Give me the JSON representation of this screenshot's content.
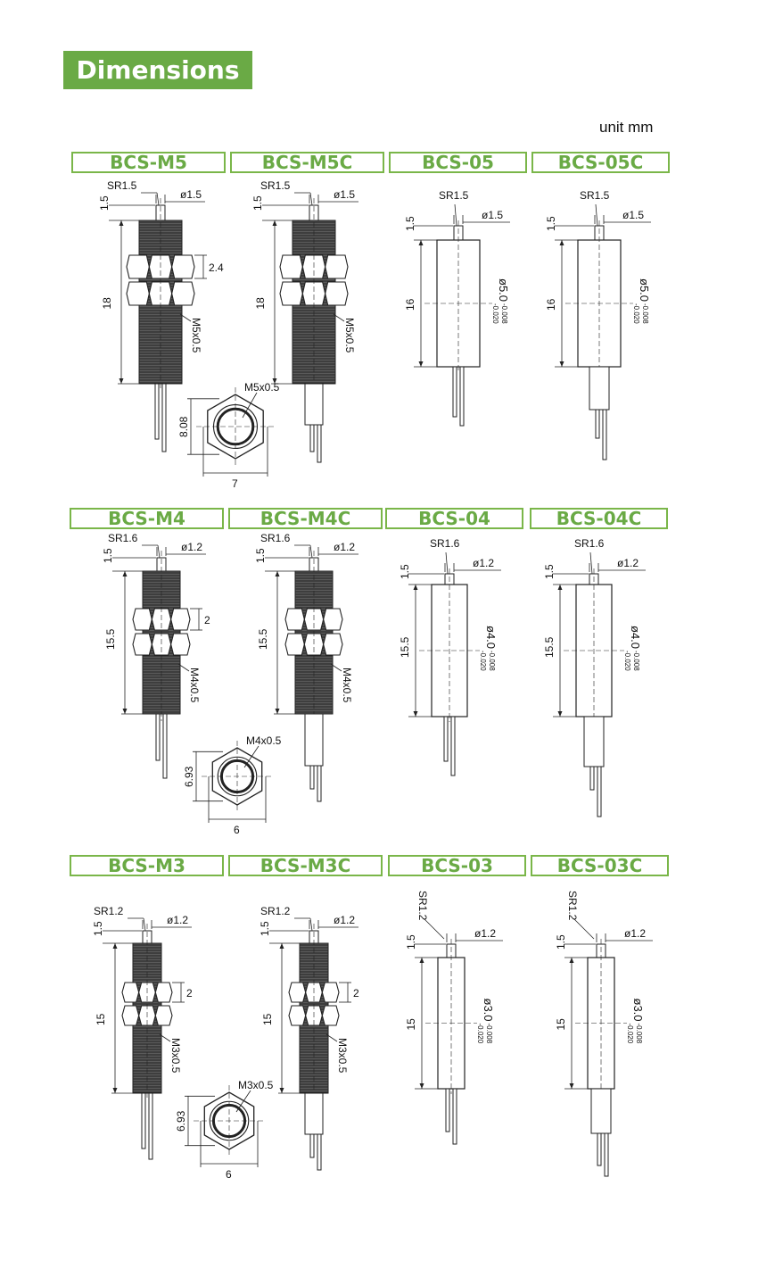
{
  "header": {
    "title": "Dimensions",
    "unit": "unit mm"
  },
  "rows": [
    {
      "models": [
        {
          "name": "BCS-M5",
          "sr": "SR1.5",
          "tip": "ø1.5",
          "thread": "M5x0.5",
          "cap": "1.5",
          "length": "18",
          "nut": "2.4"
        },
        {
          "name": "BCS-M5C",
          "sr": "SR1.5",
          "tip": "ø1.5",
          "thread": "M5x0.5",
          "cap": "1.5",
          "length": "18"
        },
        {
          "name": "BCS-05",
          "sr": "SR1.5",
          "tip": "ø1.5",
          "cap": "1.5",
          "length": "16",
          "dia": "ø5.0",
          "tol_upper": "-0.008",
          "tol_lower": "-0.020"
        },
        {
          "name": "BCS-05C",
          "sr": "SR1.5",
          "tip": "ø1.5",
          "cap": "1.5",
          "length": "16",
          "dia": "ø5.0",
          "tol_upper": "-0.008",
          "tol_lower": "-0.020"
        }
      ],
      "nut_view": {
        "thread": "M5x0.5",
        "height": "8.08",
        "width": "7"
      }
    },
    {
      "models": [
        {
          "name": "BCS-M4",
          "sr": "SR1.6",
          "tip": "ø1.2",
          "thread": "M4x0.5",
          "cap": "1.5",
          "length": "15.5",
          "nut": "2"
        },
        {
          "name": "BCS-M4C",
          "sr": "SR1.6",
          "tip": "ø1.2",
          "thread": "M4x0.5",
          "cap": "1.5",
          "length": "15.5"
        },
        {
          "name": "BCS-04",
          "sr": "SR1.6",
          "tip": "ø1.2",
          "cap": "1.5",
          "length": "15.5",
          "dia": "ø4.0",
          "tol_upper": "-0.008",
          "tol_lower": "-0.020"
        },
        {
          "name": "BCS-04C",
          "sr": "SR1.6",
          "tip": "ø1.2",
          "cap": "1.5",
          "length": "15.5",
          "dia": "ø4.0",
          "tol_upper": "-0.008",
          "tol_lower": "-0.020"
        }
      ],
      "nut_view": {
        "thread": "M4x0.5",
        "height": "6.93",
        "width": "6"
      }
    },
    {
      "models": [
        {
          "name": "BCS-M3",
          "sr": "SR1.2",
          "tip": "ø1.2",
          "thread": "M3x0.5",
          "cap": "1.5",
          "length": "15",
          "nut": "2"
        },
        {
          "name": "BCS-M3C",
          "sr": "SR1.2",
          "tip": "ø1.2",
          "thread": "M3x0.5",
          "cap": "1.5",
          "length": "15",
          "nut": "2"
        },
        {
          "name": "BCS-03",
          "sr": "SR1.2",
          "tip": "ø1.2",
          "cap": "1.5",
          "length": "15",
          "dia": "ø3.0",
          "tol_upper": "-0.008",
          "tol_lower": "-0.020"
        },
        {
          "name": "BCS-03C",
          "sr": "SR1.2",
          "tip": "ø1.2",
          "cap": "1.5",
          "length": "15",
          "dia": "ø3.0",
          "tol_upper": "-0.008",
          "tol_lower": "-0.020"
        }
      ],
      "nut_view": {
        "thread": "M3x0.5",
        "height": "6.93",
        "width": "6"
      }
    }
  ]
}
